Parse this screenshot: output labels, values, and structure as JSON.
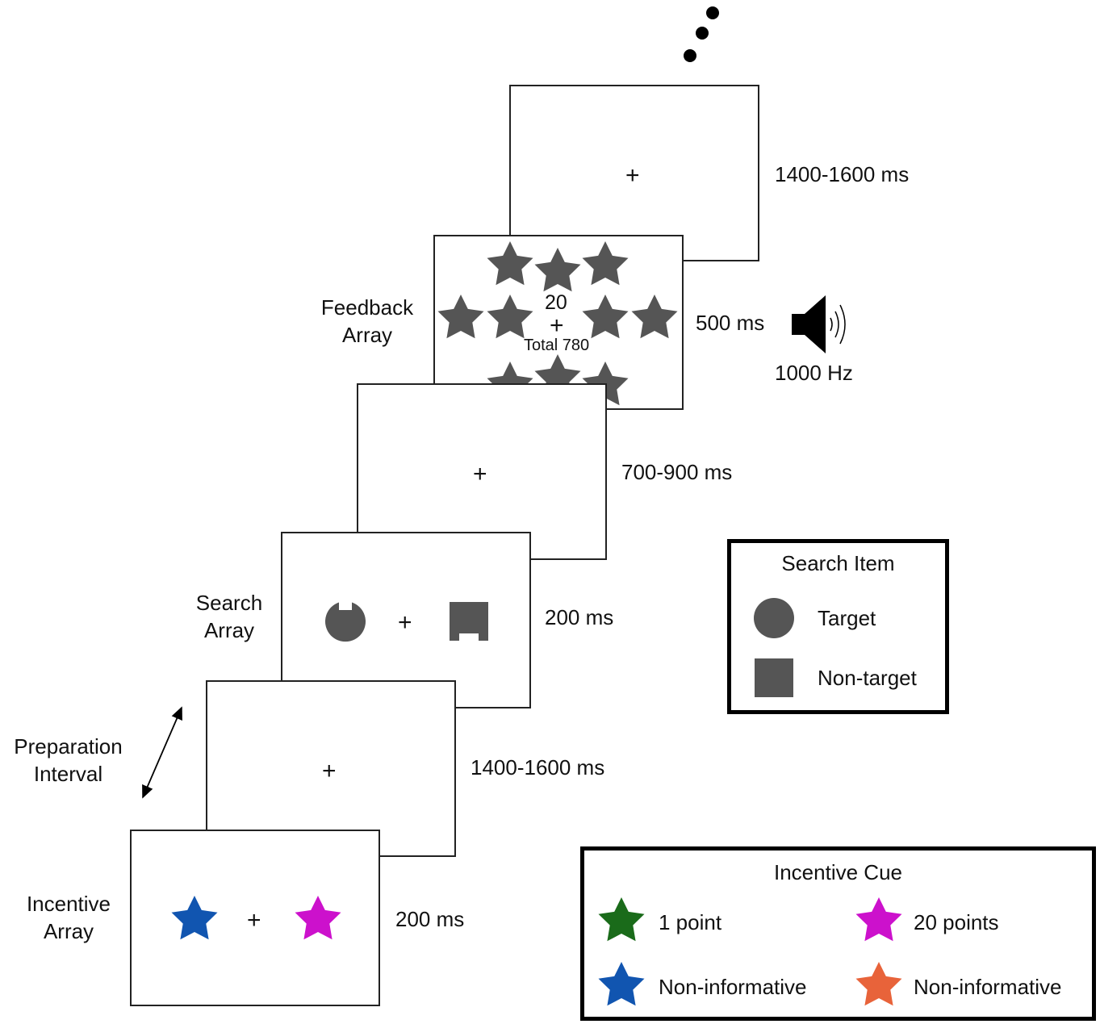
{
  "screens": {
    "fixation_symbol": "+",
    "iti": {
      "timing": "1400-1600 ms"
    },
    "feedback": {
      "label_line1": "Feedback",
      "label_line2": "Array",
      "timing": "500 ms",
      "points": "20",
      "total": "Total 780",
      "tone": "1000 Hz"
    },
    "post_search": {
      "timing": "700-900 ms"
    },
    "search": {
      "label_line1": "Search",
      "label_line2": "Array",
      "timing": "200 ms"
    },
    "preparation": {
      "label_line1": "Preparation",
      "label_line2": "Interval",
      "timing": "1400-1600 ms"
    },
    "incentive": {
      "label_line1": "Incentive",
      "label_line2": "Array",
      "timing": "200 ms"
    }
  },
  "search_legend": {
    "title": "Search Item",
    "target_label": "Target",
    "nontarget_label": "Non-target"
  },
  "incentive_legend": {
    "title": "Incentive Cue",
    "items": [
      {
        "label": "1 point",
        "color": "#1a6b1a"
      },
      {
        "label": "20 points",
        "color": "#cc11cc"
      },
      {
        "label": "Non-informative",
        "color": "#1155b0"
      },
      {
        "label": "Non-informative",
        "color": "#e8633a"
      }
    ]
  },
  "colors": {
    "shape_gray": "#555555",
    "blue_star": "#1155b0",
    "magenta_star": "#cc11cc"
  }
}
